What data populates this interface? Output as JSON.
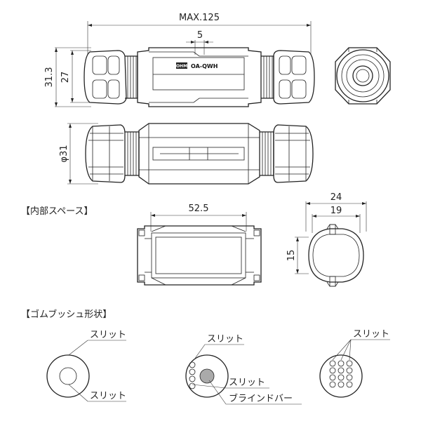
{
  "dimensions": {
    "total_length": "MAX.125",
    "gap": "5",
    "height_outer": "31.3",
    "height_inner": "27",
    "diameter": "φ31",
    "inner_length": "52.5",
    "inner_width_outer": "24",
    "inner_width_inner": "19",
    "inner_height": "15"
  },
  "product_label": {
    "brand": "OHM",
    "model": "OA-QWH"
  },
  "sections": {
    "inner_space": "【内部スペース】",
    "grommet_shape": "【ゴムブッシュ形状】"
  },
  "grommet_labels": {
    "slit_1a": "スリット",
    "slit_1b": "スリット",
    "slit_2a": "スリット",
    "slit_2b": "スリット",
    "blind_bar": "ブラインドバー",
    "slit_3": "スリット"
  },
  "colors": {
    "line": "#222222",
    "blind_bar_fill": "#aaaaaa"
  }
}
